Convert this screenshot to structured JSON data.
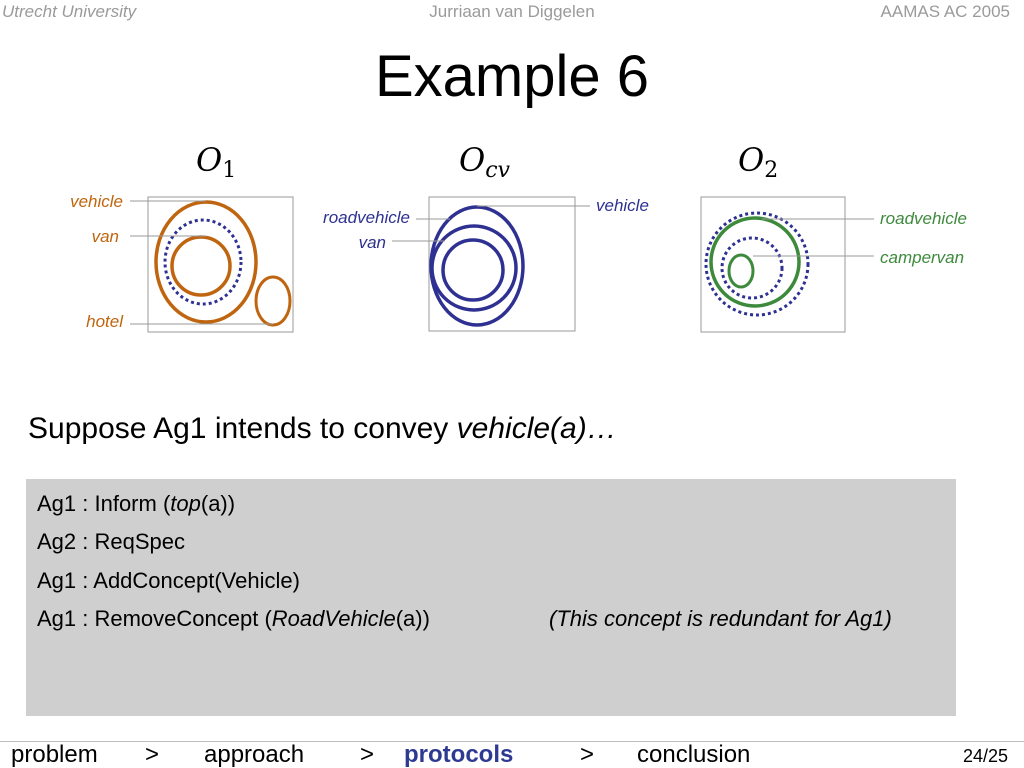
{
  "header": {
    "institution": "Utrecht University",
    "author": "Jurriaan van Diggelen",
    "conference": "AAMAS AC 2005"
  },
  "title": "Example 6",
  "diagram": {
    "ontologies": [
      {
        "symbol": "O",
        "subscript": "1",
        "labels": [
          "vehicle",
          "van",
          "hotel"
        ],
        "color": "#c0650f"
      },
      {
        "symbol": "O",
        "subscript": "cv",
        "labels": [
          "vehicle",
          "roadvehicle",
          "van"
        ],
        "color": "#2e3192"
      },
      {
        "symbol": "O",
        "subscript": "2",
        "labels": [
          "roadvehicle",
          "campervan"
        ],
        "color": "#3d8a3d"
      }
    ],
    "dotted_color": "#2e3192",
    "leader_line_color": "#999999"
  },
  "statement": {
    "prefix": "Suppose Ag1 intends to convey ",
    "emphasis": "vehicle(a)…"
  },
  "dialogue": {
    "lines": [
      {
        "pre": "Ag1 : Inform (",
        "em": "top",
        "post": "(a))"
      },
      {
        "pre": "Ag2 : ReqSpec",
        "em": "",
        "post": ""
      },
      {
        "pre": "Ag1 : AddConcept(Vehicle)",
        "em": "",
        "post": ""
      },
      {
        "pre": "Ag1 : RemoveConcept (",
        "em": "RoadVehicle",
        "post": "(a))"
      }
    ],
    "note": "(This concept is redundant for Ag1)"
  },
  "footer": {
    "nav": [
      {
        "label": "problem",
        "active": false
      },
      {
        "label": ">",
        "active": false
      },
      {
        "label": "approach",
        "active": false
      },
      {
        "label": ">",
        "active": false
      },
      {
        "label": "protocols",
        "active": true
      },
      {
        "label": ">",
        "active": false
      },
      {
        "label": "conclusion",
        "active": false
      }
    ],
    "page": "24/25",
    "active_color": "#2e3a92"
  }
}
